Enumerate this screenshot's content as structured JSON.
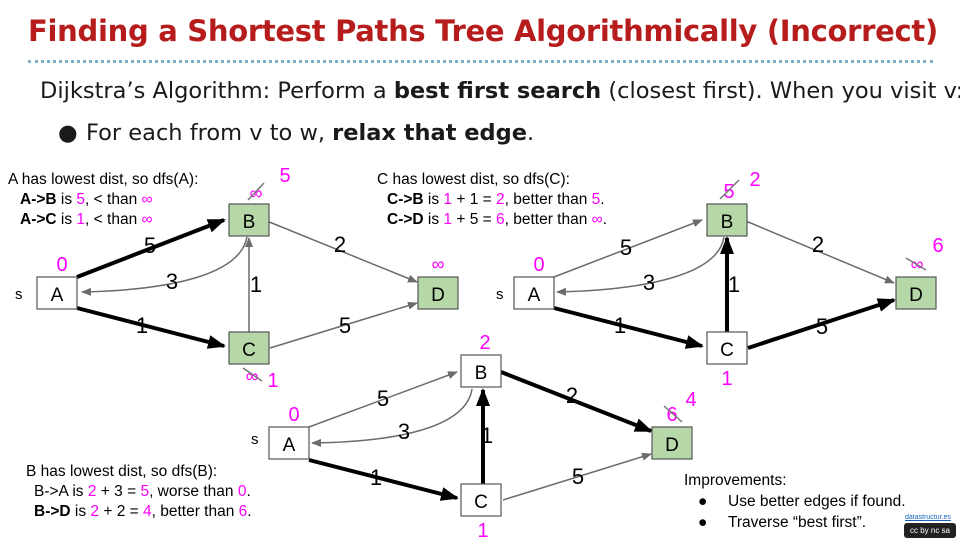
{
  "slide": {
    "title": "Finding a Shortest Paths Tree Algorithmically (Incorrect)",
    "intro_pre": "Dijkstra’s Algorithm: Perform a ",
    "intro_bold": "best first search",
    "intro_post": " (closest first). When you visit v:",
    "bullet_pre": "For each from v to w, ",
    "bullet_bold": "relax that edge",
    "bullet_post": "."
  },
  "notes": {
    "a": {
      "head": "A has lowest dist, so dfs(A):",
      "l1": [
        "A->B",
        " is ",
        "5",
        ", < than ",
        "∞"
      ],
      "l2": [
        "A->C",
        " is ",
        "1",
        ", < than ",
        "∞"
      ]
    },
    "c": {
      "head": "C has lowest dist, so dfs(C):",
      "l1": [
        "C->B",
        " is ",
        "1",
        " + 1 = ",
        "2",
        ", better than ",
        "5",
        "."
      ],
      "l2": [
        "C->D",
        " is ",
        "1",
        " + 5 = ",
        "6",
        ", better than ",
        "∞",
        "."
      ]
    },
    "b": {
      "head": "B has lowest dist, so dfs(B):",
      "l1": [
        "B->A",
        " is ",
        "2",
        " + 3 = ",
        "5",
        ", worse than ",
        "0",
        "."
      ],
      "l2": [
        "B->D",
        " is ",
        "2",
        " + 2 = ",
        "4",
        ", better than ",
        "6",
        "."
      ]
    }
  },
  "graph": {
    "source_label": "s",
    "nodes": [
      "A",
      "B",
      "C",
      "D"
    ],
    "edge_weights": {
      "AB": "5",
      "BA": "3",
      "AC": "1",
      "CB": "1",
      "BD": "2",
      "CD": "5"
    },
    "panel1": {
      "A": "0",
      "B": "5",
      "B_old": "∞",
      "C": "1",
      "C_old": "∞",
      "D": "∞"
    },
    "panel2": {
      "A": "0",
      "B": "2",
      "B_old": "5",
      "C": "1",
      "D": "6",
      "D_old": "∞"
    },
    "panel3": {
      "A": "0",
      "B": "2",
      "C": "1",
      "D": "4",
      "D_old": "6"
    }
  },
  "improvements": {
    "head": "Improvements:",
    "items": [
      "Use better edges if found.",
      "Traverse “best first”."
    ]
  },
  "footer": {
    "credit": "datastructur.es",
    "license": "cc by nc sa"
  },
  "colors": {
    "title": "#b71c1c",
    "highlight": "#ff00ff",
    "visited_node": "#b6d7a8",
    "divider": "#7fb1c8"
  }
}
